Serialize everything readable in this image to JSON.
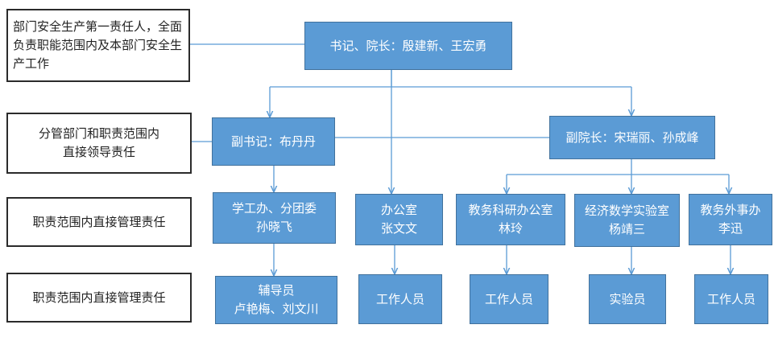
{
  "notes": {
    "first_responsible": "部门安全生产第一责任人，全面负责职能范围内及本部门安全生产工作",
    "leadership": "分管部门和职责范围内\n直接领导责任",
    "management_1": "职责范围内直接管理责任",
    "management_2": "职责范围内直接管理责任"
  },
  "nodes": {
    "secretary_dean": "书记、院长：殷建新、王宏勇",
    "deputy_secretary": "副书记：布丹丹",
    "vice_dean": "副院长：宋瑞丽、孙成峰",
    "student_office": "学工办、分团委\n孙晓飞",
    "general_office": "办公室\n张文文",
    "academic_office": "教务科研办公室\n林玲",
    "econ_lab": "经济数学实验室\n杨靖三",
    "foreign_affairs": "教务外事办\n李迅",
    "counselors": "辅导员\n卢艳梅、刘文川",
    "office_staff": "工作人员",
    "academic_staff": "工作人员",
    "lab_staff": "实验员",
    "foreign_staff": "工作人员"
  },
  "colors": {
    "node_fill": "#5b9bd5",
    "node_border": "#41719c",
    "connector": "#5b9bd5",
    "note_border": "#2b2b2b"
  }
}
